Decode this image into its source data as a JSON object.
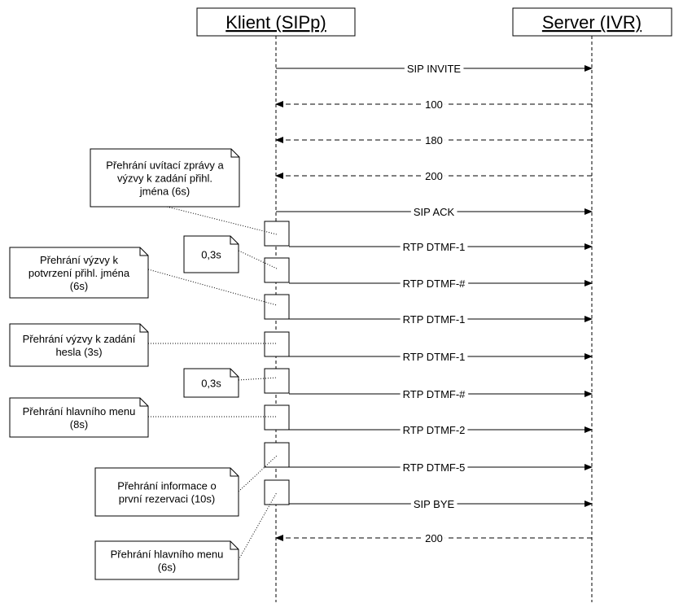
{
  "participants": {
    "client": "Klient (SIPp)",
    "server": "Server (IVR)"
  },
  "messages": [
    {
      "label": "SIP INVITE",
      "dir": "right",
      "style": "solid"
    },
    {
      "label": "100",
      "dir": "left",
      "style": "dashed"
    },
    {
      "label": "180",
      "dir": "left",
      "style": "dashed"
    },
    {
      "label": "200",
      "dir": "left",
      "style": "dashed"
    },
    {
      "label": "SIP ACK",
      "dir": "right",
      "style": "solid"
    },
    {
      "label": "RTP DTMF-1",
      "dir": "right",
      "style": "solid"
    },
    {
      "label": "RTP DTMF-#",
      "dir": "right",
      "style": "solid"
    },
    {
      "label": "RTP DTMF-1",
      "dir": "right",
      "style": "solid"
    },
    {
      "label": "RTP DTMF-1",
      "dir": "right",
      "style": "solid"
    },
    {
      "label": "RTP DTMF-#",
      "dir": "right",
      "style": "solid"
    },
    {
      "label": "RTP DTMF-2",
      "dir": "right",
      "style": "solid"
    },
    {
      "label": "RTP DTMF-5",
      "dir": "right",
      "style": "solid"
    },
    {
      "label": "SIP BYE",
      "dir": "right",
      "style": "solid"
    },
    {
      "label": "200",
      "dir": "left",
      "style": "dashed"
    }
  ],
  "notes": [
    {
      "lines": [
        "Přehrání uvítací zprávy a",
        "výzvy k zadání přihl.",
        "jména (6s)"
      ]
    },
    {
      "lines": [
        "0,3s"
      ]
    },
    {
      "lines": [
        "Přehrání výzvy k",
        "potvrzení přihl. jména",
        "(6s)"
      ]
    },
    {
      "lines": [
        "Přehrání výzvy k zadání",
        "hesla (3s)"
      ]
    },
    {
      "lines": [
        "0,3s"
      ]
    },
    {
      "lines": [
        "Přehrání hlavního menu",
        "(8s)"
      ]
    },
    {
      "lines": [
        "Přehrání informace o",
        "první rezervaci (10s)"
      ]
    },
    {
      "lines": [
        "Přehrání hlavního menu",
        "(6s)"
      ]
    }
  ]
}
